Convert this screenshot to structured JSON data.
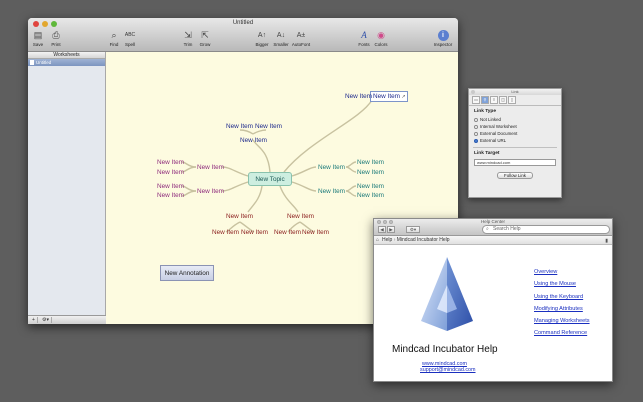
{
  "main_window": {
    "title": "Untitled",
    "toolbar": [
      {
        "label": "Save",
        "icon": "save-icon",
        "glyph": "▤"
      },
      {
        "label": "Print",
        "icon": "print-icon",
        "glyph": "⎙"
      },
      {
        "label": "Find",
        "icon": "find-icon",
        "glyph": "⌕"
      },
      {
        "label": "Spell",
        "icon": "spell-icon",
        "glyph": "ABC"
      },
      {
        "label": "Trim",
        "icon": "trim-icon",
        "glyph": "⇲"
      },
      {
        "label": "Grow",
        "icon": "grow-icon",
        "glyph": "⇱"
      },
      {
        "label": "Bigger",
        "icon": "bigger-icon",
        "glyph": "A↑"
      },
      {
        "label": "Smaller",
        "icon": "smaller-icon",
        "glyph": "A↓"
      },
      {
        "label": "AutoFont",
        "icon": "autofont-icon",
        "glyph": "A±"
      },
      {
        "label": "Fonts",
        "icon": "fonts-icon",
        "glyph": "A"
      },
      {
        "label": "Colors",
        "icon": "colors-icon",
        "glyph": "◉"
      },
      {
        "label": "Inspector",
        "icon": "inspector-icon",
        "glyph": "i"
      }
    ],
    "sidebar": {
      "header": "Worksheets",
      "items": [
        "Untitled"
      ],
      "footer": {
        "add": "+",
        "gear": "⚙▾"
      }
    }
  },
  "mindmap": {
    "topic": "New Topic",
    "editing_node": "New Item",
    "node_label": "New Item",
    "annotation": "New Annotation",
    "colors": {
      "blue": "#1e2a8c",
      "purple": "#8e2b7c",
      "teal": "#1b7a7a",
      "red": "#8a1c1c",
      "topic_fill": "#cdeee0",
      "canvas": "#fdfbe0"
    }
  },
  "link_panel": {
    "title": "Link",
    "section_link_type": "Link Type",
    "options": [
      "Not Linked",
      "Internal Worksheet",
      "External Document",
      "External URL"
    ],
    "selected": "External URL",
    "section_target": "Link Target",
    "target_value": "www.mindcad.com",
    "button": "Follow Link"
  },
  "help_center": {
    "title": "Help Center",
    "nav_back": "◀",
    "nav_forward": "▶",
    "search_placeholder": "Search Help",
    "breadcrumb_home": "Help",
    "breadcrumb_page": "Mindcad Incubator Help",
    "heading": "Mindcad Incubator Help",
    "website": "www.mindcad.com",
    "email": "support@mindcad.com",
    "topics": [
      "Overview",
      "Using the Mouse",
      "Using the Keyboard",
      "Modifying Attributes",
      "Managing Worksheets",
      "Command Reference"
    ]
  }
}
